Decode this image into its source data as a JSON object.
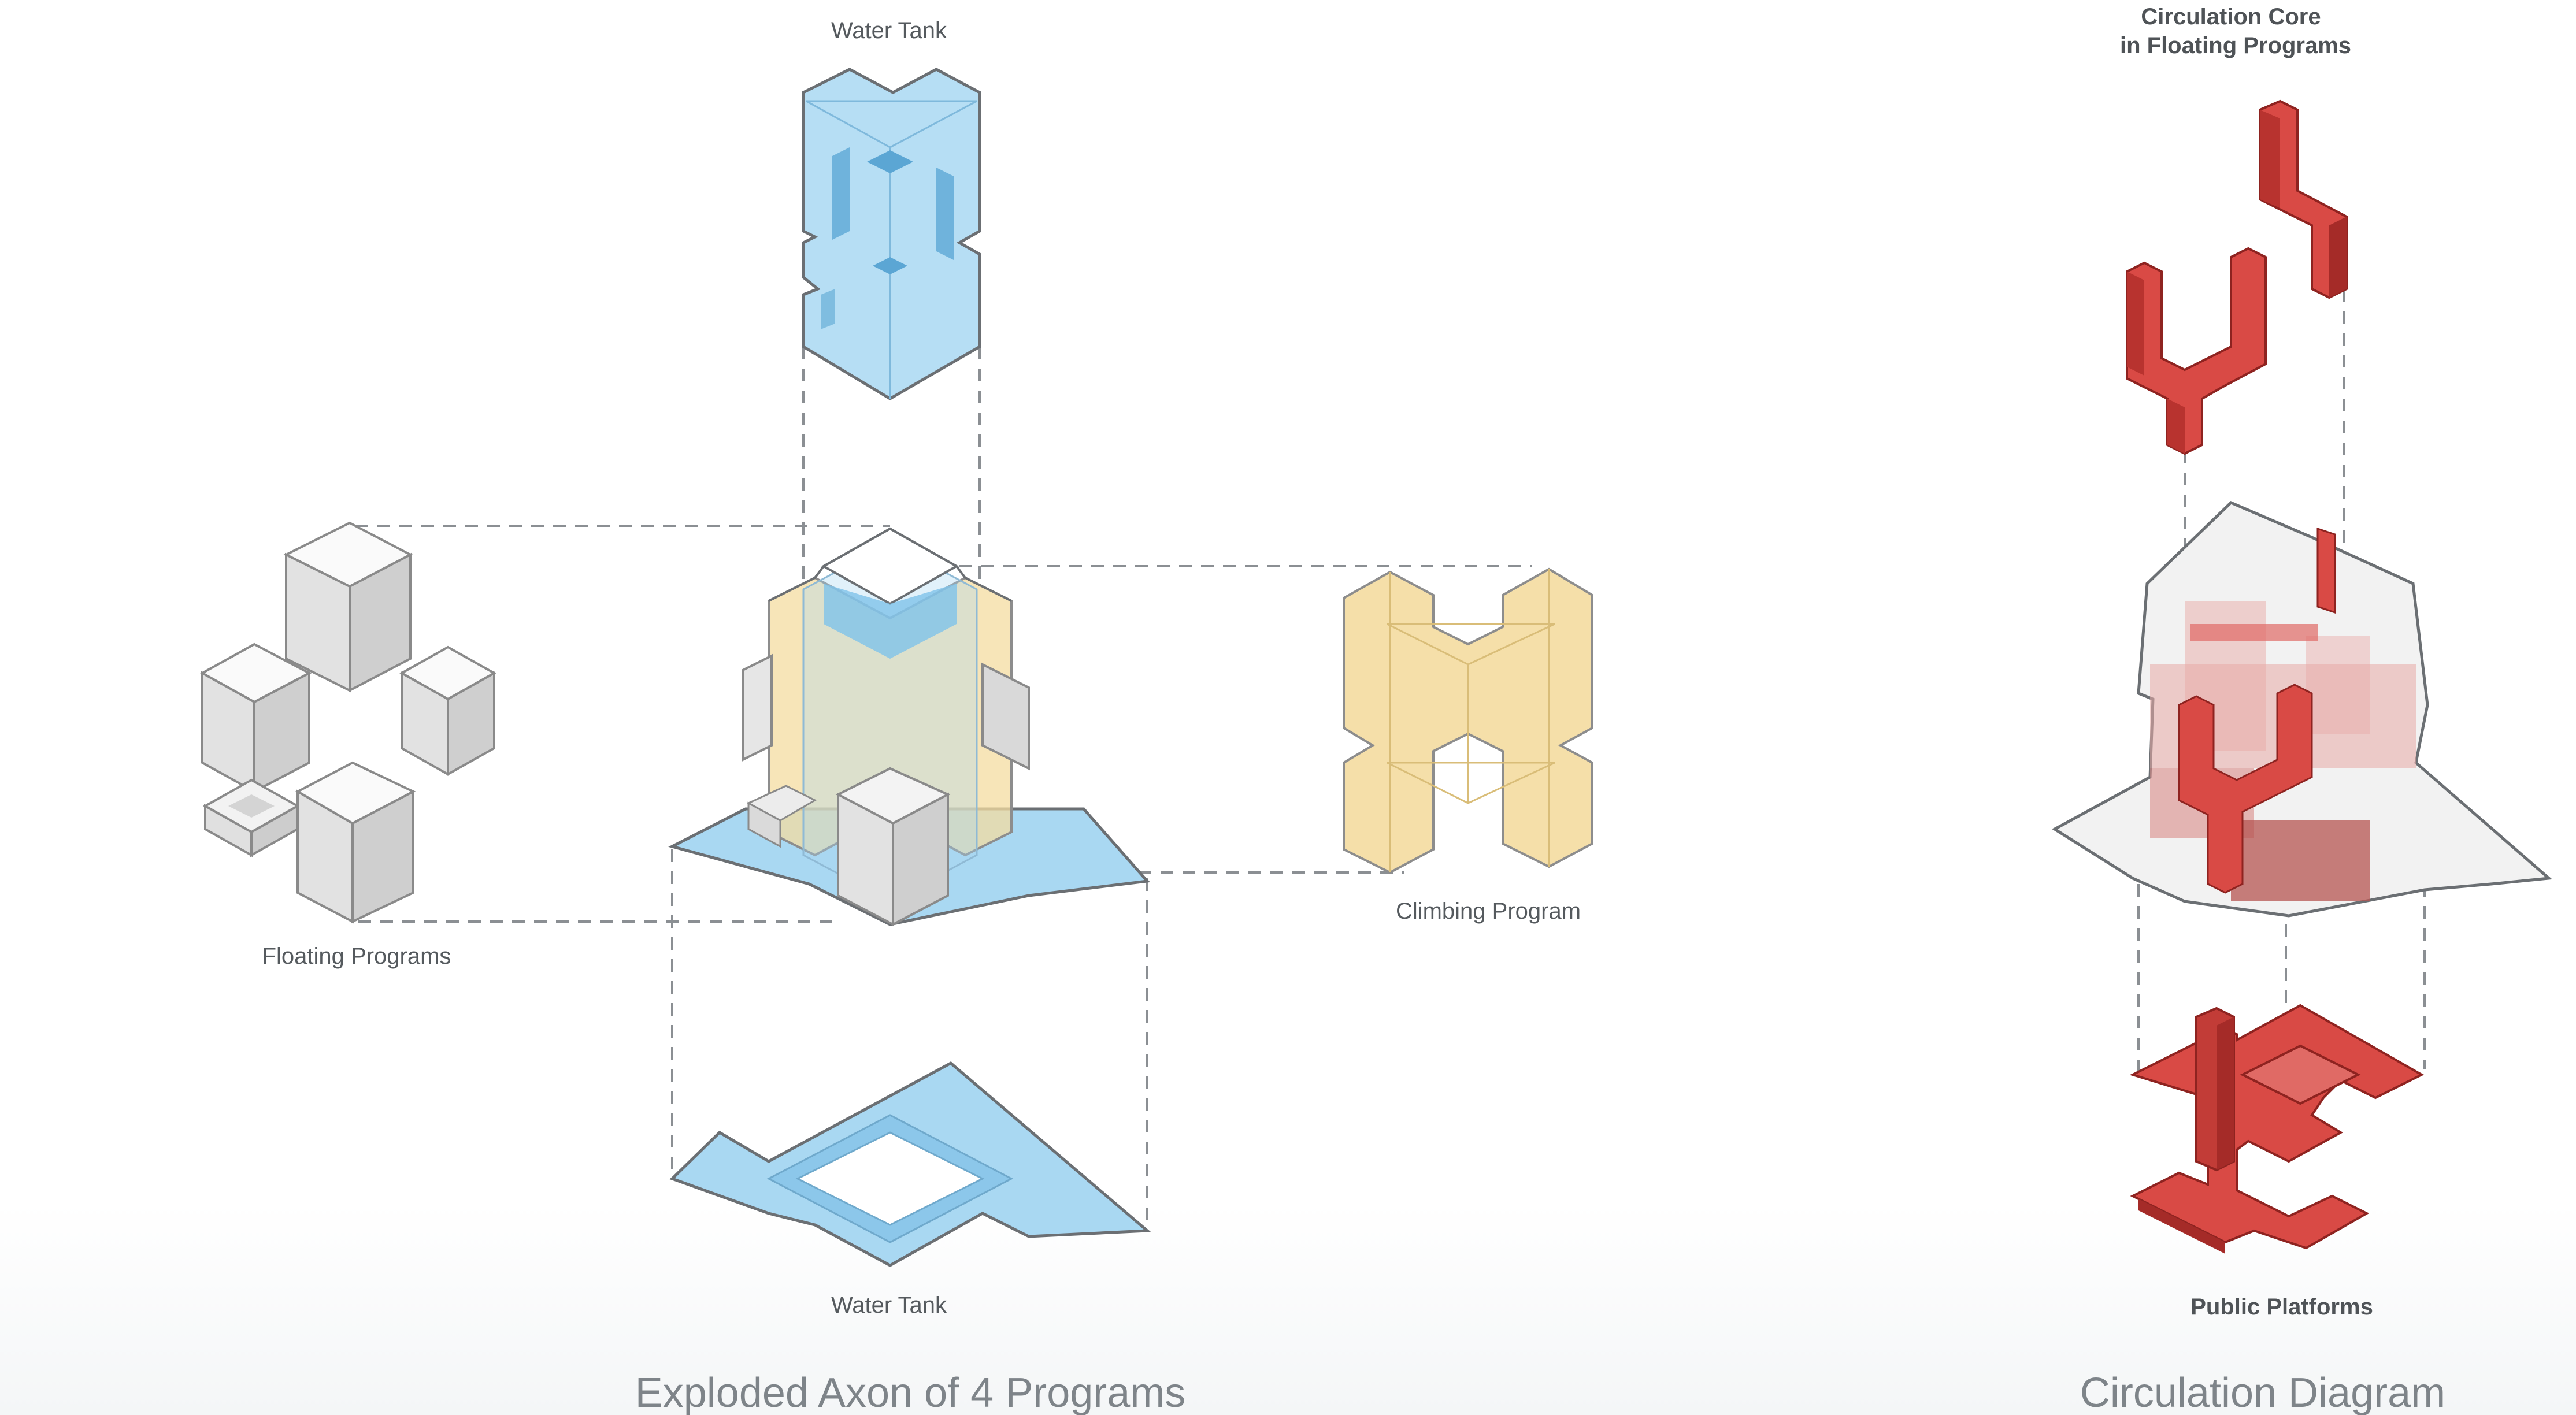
{
  "diagrams": {
    "exploded_axon": {
      "title": "Exploded Axon of 4 Programs",
      "labels": {
        "top_water_tank": "Water Tank",
        "floating_programs": "Floating Programs",
        "climbing_program": "Climbing Program",
        "bottom_water_tank": "Water Tank"
      }
    },
    "circulation": {
      "title": "Circulation Diagram",
      "labels": {
        "core_line1": "Circulation Core",
        "core_line2": "in Floating Programs",
        "public_platforms": "Public Platforms"
      }
    }
  },
  "colors": {
    "water": "#a9d8f2",
    "water_edge": "#6fa9cc",
    "climbing": "#f4dca0",
    "climbing_edge": "#b79a55",
    "floating": "#e6e6e6",
    "floating_edge": "#8a8a8a",
    "circulation": "#d94a45",
    "circulation_dark": "#a52b28"
  }
}
